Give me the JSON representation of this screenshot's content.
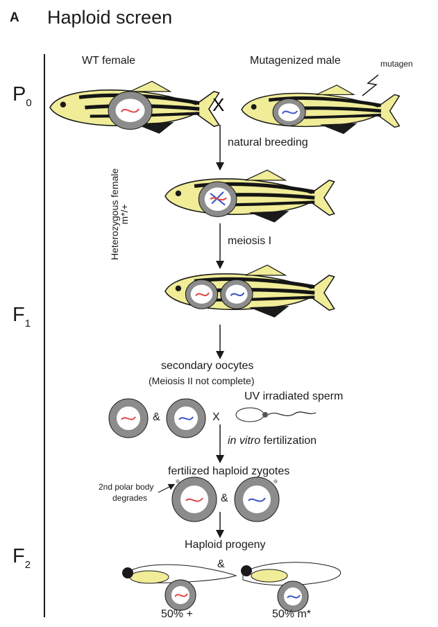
{
  "figure": {
    "panel_letter": "A",
    "title": "Haploid screen",
    "generations": {
      "p0": "P",
      "p0_sub": "0",
      "f1": "F",
      "f1_sub": "1",
      "f2": "F",
      "f2_sub": "2"
    },
    "labels": {
      "wt_female": "WT female",
      "mutagenized_male": "Mutagenized male",
      "mutagen": "mutagen",
      "cross": "X",
      "natural_breeding": "natural breeding",
      "heterozygous_female": "Heterozygous female",
      "genotype": "m*/+",
      "meiosis_i": "meiosis I",
      "secondary_oocytes": "secondary oocytes",
      "meiosis_note": "(Meiosis II not complete)",
      "and": "&",
      "uv_sperm": "UV irradiated sperm",
      "in_vitro": "in vitro",
      "fertilization": "fertilization",
      "fertilized_zygotes": "fertilized haploid zygotes",
      "polar_body_1": "2nd polar body",
      "polar_body_2": "degrades",
      "haploid_progeny": "Haploid progeny",
      "wt_percent": "50% +",
      "mut_percent": "50% m*"
    },
    "colors": {
      "fish_body": "#f0ec98",
      "stripe": "#151515",
      "nucleus": "#8c8c8c",
      "wt_chromosome": "#e04848",
      "mut_chromosome": "#3c54c8",
      "larva_yolk": "#f0ec98"
    }
  }
}
